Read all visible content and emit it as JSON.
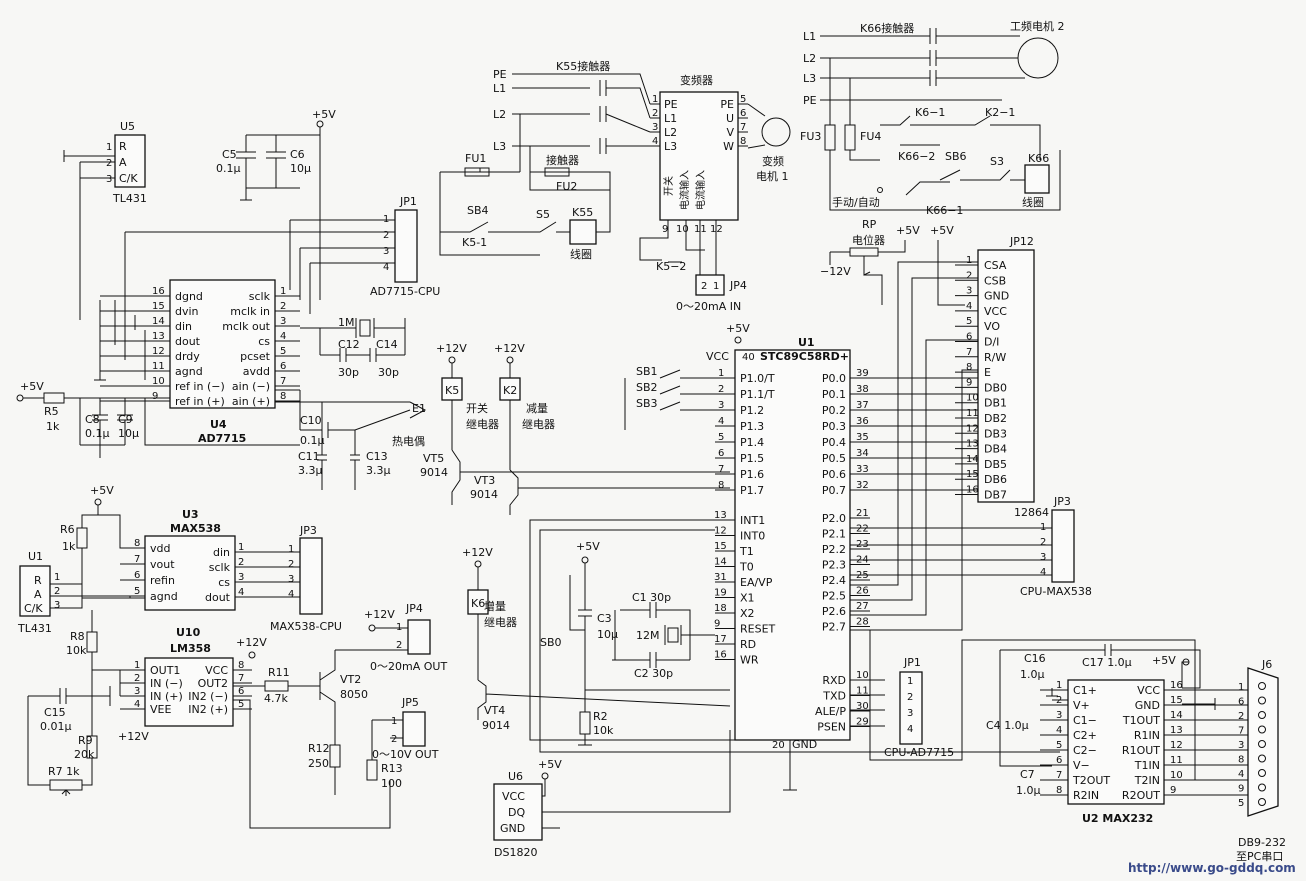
{
  "power": {
    "tl431_top": {
      "ref": "U5",
      "name": "TL431",
      "pins": [
        "R",
        "A",
        "C/K"
      ],
      "nums": [
        "1",
        "2",
        "3"
      ]
    },
    "c5": {
      "ref": "C5",
      "val": "0.1μ"
    },
    "c6": {
      "ref": "C6",
      "val": "10μ"
    },
    "vcc5": "+5V"
  },
  "ad7715": {
    "ref": "U4",
    "name": "AD7715",
    "left_pins": [
      [
        "16",
        "dgnd"
      ],
      [
        "15",
        "dvin"
      ],
      [
        "14",
        "din"
      ],
      [
        "13",
        "dout"
      ],
      [
        "12",
        "drdy"
      ],
      [
        "11",
        "agnd"
      ],
      [
        "10",
        "ref in (−)"
      ],
      [
        "9",
        "ref in (+)"
      ]
    ],
    "right_pins": [
      [
        "1",
        "sclk"
      ],
      [
        "2",
        "mclk in"
      ],
      [
        "3",
        "mclk out"
      ],
      [
        "4",
        "cs"
      ],
      [
        "5",
        "pcset"
      ],
      [
        "6",
        "avdd"
      ],
      [
        "7",
        "ain (−)"
      ],
      [
        "8",
        "ain (+)"
      ]
    ],
    "jp1": {
      "ref": "JP1",
      "pins": [
        "1",
        "2",
        "3",
        "4"
      ],
      "label": "AD7715-CPU"
    },
    "crystal": "1M",
    "c12": {
      "ref": "C12",
      "val": "30p"
    },
    "c14": {
      "ref": "C14",
      "val": "30p"
    },
    "r5": {
      "ref": "R5",
      "val": "1k"
    },
    "c8": {
      "ref": "C8",
      "val": "0.1μ"
    },
    "c9": {
      "ref": "C9",
      "val": "10μ"
    },
    "c10": {
      "ref": "C10",
      "val": "0.1μ"
    },
    "c11": {
      "ref": "C11",
      "val": "3.3μ"
    },
    "c13": {
      "ref": "C13",
      "val": "3.3μ"
    },
    "thermo": {
      "ref": "E1",
      "label": "热电偶"
    },
    "vin": "+5V"
  },
  "relays": {
    "k5": {
      "ref": "K5",
      "label": [
        "开关",
        "继电器"
      ],
      "vt": "VT5",
      "type": "9014"
    },
    "k2": {
      "ref": "K2",
      "label": [
        "减量",
        "继电器"
      ],
      "vt": "VT3",
      "type": "9014"
    },
    "v12": "+12V"
  },
  "inverter": {
    "pe": "PE",
    "l1": "L1",
    "l2": "L2",
    "l3": "L3",
    "k55": "K55接触器",
    "contactor": "接触器",
    "box_title": "变频器",
    "in_pins": [
      [
        "1",
        "PE"
      ],
      [
        "2",
        "L1"
      ],
      [
        "3",
        "L2"
      ],
      [
        "4",
        "L3"
      ]
    ],
    "out_pins": [
      [
        "5",
        "PE"
      ],
      [
        "6",
        "U"
      ],
      [
        "7",
        "V"
      ],
      [
        "8",
        "W"
      ]
    ],
    "motor": [
      "变频",
      "电机 1"
    ],
    "vert_labels": [
      "开关",
      "电流输入",
      "电流输入"
    ],
    "bottom_pins": [
      "9",
      "10",
      "11",
      "12"
    ],
    "fu1": "FU1",
    "fu2": "FU2",
    "sb4": "SB4",
    "s5": "S5",
    "k5_1": "K5-1",
    "k55_coil": "K55",
    "coil": "线圈",
    "k5_2": "K5−2",
    "jp4": {
      "ref": "JP4",
      "pins": [
        "2",
        "1"
      ],
      "label": "0～20mA IN"
    }
  },
  "motor2": {
    "l1": "L1",
    "l2": "L2",
    "l3": "L3",
    "pe": "PE",
    "k66": "K66接触器",
    "motor": "工频电机 2",
    "fu3": "FU3",
    "fu4": "FU4",
    "k6_1": "K6−1",
    "k2_1": "K2−1",
    "k66_2": "K66−2",
    "sb6": "SB6",
    "s3": "S3",
    "k66_coil": "K66",
    "coil": "线圈",
    "manual": "手动/自动",
    "k66_1": "K66−1"
  },
  "rp": {
    "ref": "RP",
    "label": "电位器",
    "p5": "+5V",
    "m12": "−12V",
    "p5b": "+5V"
  },
  "lcd": {
    "ref": "JP12",
    "name": "12864",
    "pins": [
      [
        "1",
        "CSA"
      ],
      [
        "2",
        "CSB"
      ],
      [
        "3",
        "GND"
      ],
      [
        "4",
        "VCC"
      ],
      [
        "5",
        "VO"
      ],
      [
        "6",
        "D/I"
      ],
      [
        "7",
        "R/W"
      ],
      [
        "8",
        "E"
      ],
      [
        "9",
        "DB0"
      ],
      [
        "10",
        "DB1"
      ],
      [
        "11",
        "DB2"
      ],
      [
        "12",
        "DB3"
      ],
      [
        "13",
        "DB4"
      ],
      [
        "14",
        "DB5"
      ],
      [
        "15",
        "DB6"
      ],
      [
        "16",
        "DB7"
      ]
    ]
  },
  "mcu": {
    "ref": "U1",
    "name": "STC89C58RD+",
    "vcc": "+5V",
    "vcc_pin": [
      "40",
      "VCC"
    ],
    "left_pins": [
      [
        "1",
        "P1.0/T"
      ],
      [
        "2",
        "P1.1/T"
      ],
      [
        "3",
        "P1.2"
      ],
      [
        "4",
        "P1.3"
      ],
      [
        "5",
        "P1.4"
      ],
      [
        "6",
        "P1.5"
      ],
      [
        "7",
        "P1.6"
      ],
      [
        "8",
        "P1.7"
      ],
      [
        "13",
        "INT1"
      ],
      [
        "12",
        "INT0"
      ],
      [
        "15",
        "T1"
      ],
      [
        "14",
        "T0"
      ],
      [
        "31",
        "EA/VP"
      ],
      [
        "19",
        "X1"
      ],
      [
        "18",
        "X2"
      ],
      [
        "9",
        "RESET"
      ],
      [
        "17",
        "RD"
      ],
      [
        "16",
        "WR"
      ]
    ],
    "right_pins": [
      [
        "39",
        "P0.0"
      ],
      [
        "38",
        "P0.1"
      ],
      [
        "37",
        "P0.2"
      ],
      [
        "36",
        "P0.3"
      ],
      [
        "35",
        "P0.4"
      ],
      [
        "34",
        "P0.5"
      ],
      [
        "33",
        "P0.6"
      ],
      [
        "32",
        "P0.7"
      ],
      [
        "21",
        "P2.0"
      ],
      [
        "22",
        "P2.1"
      ],
      [
        "23",
        "P2.2"
      ],
      [
        "24",
        "P2.3"
      ],
      [
        "25",
        "P2.4"
      ],
      [
        "26",
        "P2.5"
      ],
      [
        "27",
        "P2.6"
      ],
      [
        "28",
        "P2.7"
      ],
      [
        "10",
        "RXD"
      ],
      [
        "11",
        "TXD"
      ],
      [
        "30",
        "ALE/P"
      ],
      [
        "29",
        "PSEN"
      ]
    ],
    "gnd": [
      "20",
      "GND"
    ],
    "sb": [
      "SB1",
      "SB2",
      "SB3"
    ],
    "c1": "C1 30p",
    "c2": "C2 30p",
    "xtal": "12M",
    "c3": {
      "ref": "C3",
      "val": "10μ"
    },
    "sb0": "SB0",
    "r2": {
      "ref": "R2",
      "val": "10k"
    },
    "p5": "+5V"
  },
  "jp3_top": {
    "ref": "JP3",
    "pins": [
      "1",
      "2",
      "3",
      "4"
    ],
    "label": "CPU-MAX538"
  },
  "jp1_bot": {
    "ref": "JP1",
    "pins": [
      "1",
      "2",
      "3",
      "4"
    ],
    "label": "CPU-AD7715"
  },
  "max538": {
    "ref": "U3",
    "name": "MAX538",
    "left_pins": [
      [
        "8",
        "vdd"
      ],
      [
        "7",
        "vout"
      ],
      [
        "6",
        "refin"
      ],
      [
        "5",
        "agnd"
      ]
    ],
    "right_pins": [
      [
        "1",
        "din"
      ],
      [
        "2",
        "sclk"
      ],
      [
        "3",
        "cs"
      ],
      [
        "4",
        "dout"
      ]
    ],
    "jp3": {
      "ref": "JP3",
      "pins": [
        "1",
        "2",
        "3",
        "4"
      ],
      "label": "MAX538-CPU"
    },
    "p5": "+5V",
    "r6": {
      "ref": "R6",
      "val": "1k"
    },
    "tl431": {
      "ref": "U1",
      "name": "TL431",
      "pins": [
        "R",
        "A",
        "C/K"
      ],
      "nums": [
        "1",
        "2",
        "3"
      ]
    }
  },
  "lm358": {
    "ref": "U10",
    "name": "LM358",
    "left_pins": [
      [
        "1",
        "OUT1"
      ],
      [
        "2",
        "IN (−)"
      ],
      [
        "3",
        "IN (+)"
      ],
      [
        "4",
        "VEE"
      ]
    ],
    "right_pins": [
      [
        "8",
        "VCC"
      ],
      [
        "7",
        "OUT2"
      ],
      [
        "6",
        "IN2 (−)"
      ],
      [
        "5",
        "IN2 (+)"
      ]
    ],
    "r8": {
      "ref": "R8",
      "val": "10k"
    },
    "r9": {
      "ref": "R9",
      "val": "20k"
    },
    "r7": {
      "ref": "R7",
      "val": "1k"
    },
    "c15": {
      "ref": "C15",
      "val": "0.01μ"
    },
    "p12a": "+12V",
    "p12b": "+12V",
    "r11": {
      "ref": "R11",
      "val": "4.7k"
    },
    "vt2": {
      "ref": "VT2",
      "type": "8050"
    },
    "r12": {
      "ref": "R12",
      "val": "250"
    },
    "r13": {
      "ref": "R13",
      "val": "100"
    }
  },
  "jp4_out": {
    "ref": "JP4",
    "pins": [
      "1",
      "2"
    ],
    "label": "0～20mA OUT",
    "p12": "+12V"
  },
  "jp5_out": {
    "ref": "JP5",
    "pins": [
      "1",
      "2"
    ],
    "label": "0～10V OUT"
  },
  "k6": {
    "ref": "K6",
    "label": [
      "增量",
      "继电器"
    ],
    "vt": "VT4",
    "type": "9014",
    "p12": "+12V"
  },
  "ds1820": {
    "ref": "U6",
    "name": "DS1820",
    "pins": [
      "VCC",
      "DQ",
      "GND"
    ],
    "p5": "+5V"
  },
  "max232": {
    "ref": "U2",
    "name": "U2 MAX232",
    "left_pins": [
      [
        "1",
        "C1+"
      ],
      [
        "2",
        "V+"
      ],
      [
        "3",
        "C1−"
      ],
      [
        "4",
        "C2+"
      ],
      [
        "5",
        "C2−"
      ],
      [
        "6",
        "V−"
      ],
      [
        "7",
        "T2OUT"
      ],
      [
        "8",
        "R2IN"
      ]
    ],
    "right_pins": [
      [
        "16",
        "VCC"
      ],
      [
        "15",
        "GND"
      ],
      [
        "14",
        "T1OUT"
      ],
      [
        "13",
        "R1IN"
      ],
      [
        "12",
        "R1OUT"
      ],
      [
        "11",
        "T1IN"
      ],
      [
        "10",
        "T2IN"
      ],
      [
        "9",
        "R2OUT"
      ]
    ],
    "c16": {
      "ref": "C16",
      "val": "1.0μ"
    },
    "c17": {
      "ref": "C17",
      "val": "1.0μ"
    },
    "c4": {
      "ref": "C4",
      "val": "1.0μ"
    },
    "c7": {
      "ref": "C7",
      "val": "1.0μ"
    },
    "p5": "+5V"
  },
  "db9": {
    "ref": "J6",
    "pins": [
      "1",
      "6",
      "2",
      "7",
      "3",
      "8",
      "4",
      "9",
      "5"
    ],
    "label": [
      "DB9-232",
      "至PC串口"
    ]
  },
  "watermark": "http://www.go-gddq.com"
}
